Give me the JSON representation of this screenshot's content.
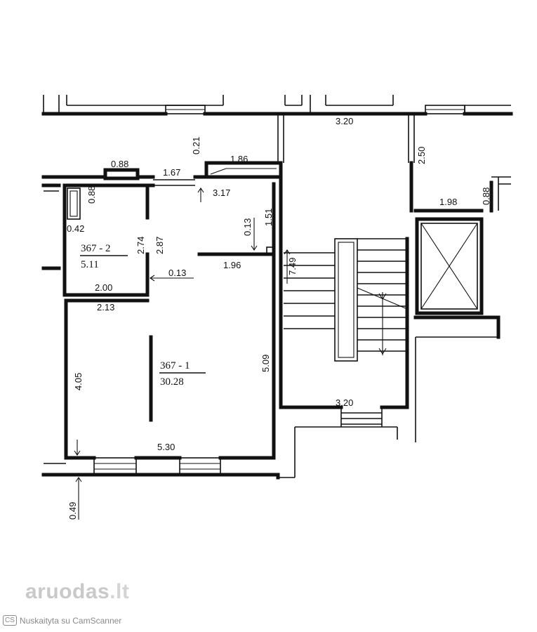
{
  "rooms": [
    {
      "id": "367 - 1",
      "area": "30.28"
    },
    {
      "id": "367 - 2",
      "area": "5.11"
    }
  ],
  "dimensions": {
    "top_corridor": "3.20",
    "niche_width": "0.88",
    "opening_1": "1.67",
    "top_offset": "0.21",
    "cabinet_width": "1.86",
    "room2_niche_depth": "0.88",
    "room2_niche_bottom": "0.42",
    "room2_wall_a": "2.74",
    "room2_wall_b": "2.87",
    "room2_width": "2.00",
    "room2_gap": "0.13",
    "room_top_width": "3.17",
    "partition_offset": "0.13",
    "partition_height": "1.51",
    "partition_length": "1.96",
    "room1_top_width": "2.13",
    "room1_left_height": "4.05",
    "room1_right_height": "5.09",
    "room1_bottom_width": "5.30",
    "sill_height": "0.49",
    "stair_length": "7.49",
    "stair_bottom_width": "3.20",
    "shaft_offset": "2.50",
    "elevator_width": "1.98",
    "elevator_wall": "0.88"
  },
  "watermark": {
    "brand": "aruodas",
    "tld": ".lt"
  },
  "scanner": {
    "badge": "CS",
    "text": "Nuskaityta su CamScanner"
  }
}
